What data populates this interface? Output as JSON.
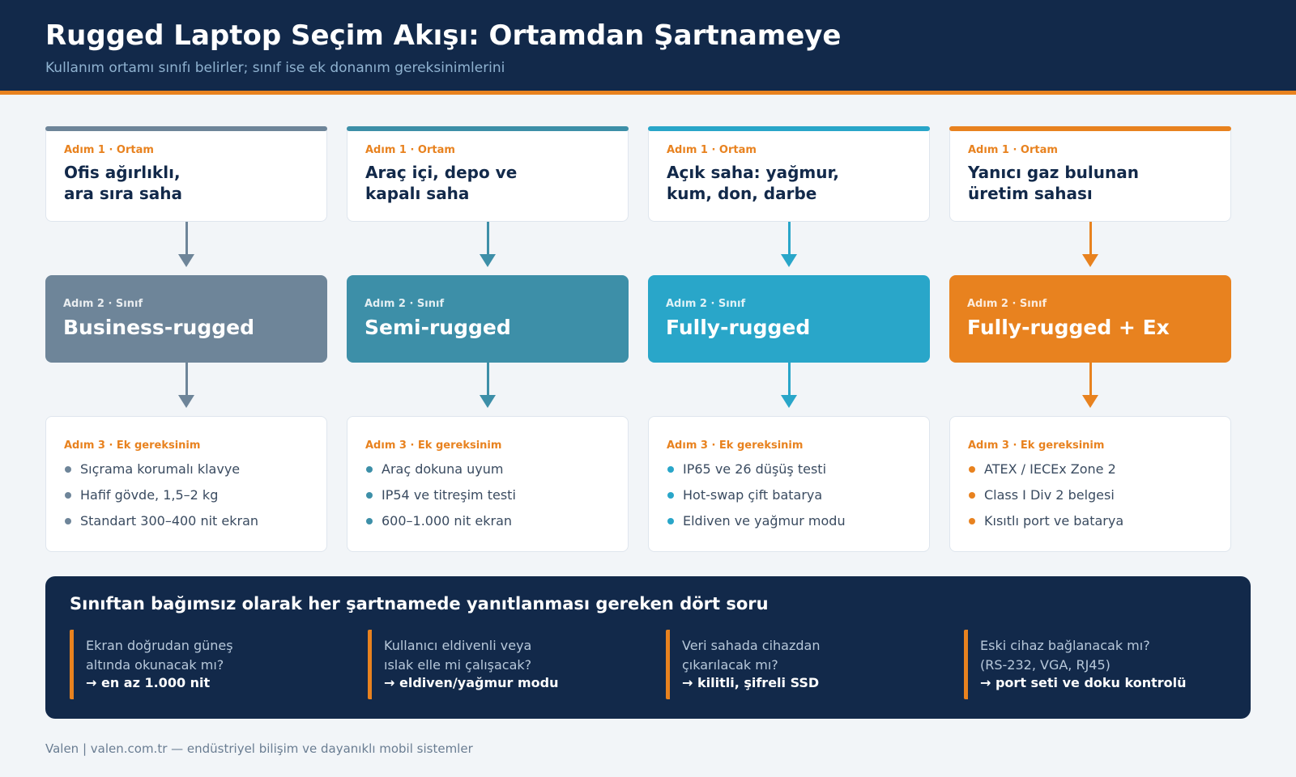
{
  "header": {
    "title": "Rugged Laptop Seçim Akışı: Ortamdan Şartnameye",
    "subtitle": "Kullanım ortamı sınıfı belirler; sınıf ise ek donanım gereksinimlerini"
  },
  "columns": [
    {
      "accent": "#6e8599",
      "step1": {
        "kicker": "Adım 1 · Ortam",
        "line1": "Ofis ağırlıklı,",
        "line2": "ara sıra saha"
      },
      "step2": {
        "kicker": "Adım 2 · Sınıf",
        "label": "Business-rugged"
      },
      "step3": {
        "kicker": "Adım 3 · Ek gereksinim",
        "items": [
          "Sıçrama korumalı klavye",
          "Hafif gövde, 1,5–2 kg",
          "Standart 300–400 nit ekran"
        ]
      }
    },
    {
      "accent": "#3d8fa8",
      "step1": {
        "kicker": "Adım 1 · Ortam",
        "line1": "Araç içi, depo ve",
        "line2": "kapalı saha"
      },
      "step2": {
        "kicker": "Adım 2 · Sınıf",
        "label": "Semi-rugged"
      },
      "step3": {
        "kicker": "Adım 3 · Ek gereksinim",
        "items": [
          "Araç dokuna uyum",
          "IP54 ve titreşim testi",
          "600–1.000 nit ekran"
        ]
      }
    },
    {
      "accent": "#29a6c9",
      "step1": {
        "kicker": "Adım 1 · Ortam",
        "line1": "Açık saha: yağmur,",
        "line2": "kum, don, darbe"
      },
      "step2": {
        "kicker": "Adım 2 · Sınıf",
        "label": "Fully-rugged"
      },
      "step3": {
        "kicker": "Adım 3 · Ek gereksinim",
        "items": [
          "IP65 ve 26 düşüş testi",
          "Hot-swap çift batarya",
          "Eldiven ve yağmur modu"
        ]
      }
    },
    {
      "accent": "#e8821f",
      "step1": {
        "kicker": "Adım 1 · Ortam",
        "line1": "Yanıcı gaz bulunan",
        "line2": "üretim sahası"
      },
      "step2": {
        "kicker": "Adım 2 · Sınıf",
        "label": "Fully-rugged + Ex"
      },
      "step3": {
        "kicker": "Adım 3 · Ek gereksinim",
        "items": [
          "ATEX / IECEx Zone 2",
          "Class I Div 2 belgesi",
          "Kısıtlı port ve batarya"
        ]
      }
    }
  ],
  "questions": {
    "title": "Sınıftan bağımsız olarak her şartnamede yanıtlanması gereken dört soru",
    "items": [
      {
        "line1": "Ekran doğrudan güneş",
        "line2": "altında okunacak mı?",
        "answer": "→ en az 1.000 nit"
      },
      {
        "line1": "Kullanıcı eldivenli veya",
        "line2": "ıslak elle mi çalışacak?",
        "answer": "→ eldiven/yağmur modu"
      },
      {
        "line1": "Veri sahada cihazdan",
        "line2": "çıkarılacak mı?",
        "answer": "→ kilitli, şifreli SSD"
      },
      {
        "line1": "Eski cihaz bağlanacak mı?",
        "line2": "(RS-232, VGA, RJ45)",
        "answer": "→ port seti ve doku kontrolü"
      }
    ]
  },
  "footer": "Valen | valen.com.tr — endüstriyel bilişim ve dayanıklı mobil sistemler"
}
